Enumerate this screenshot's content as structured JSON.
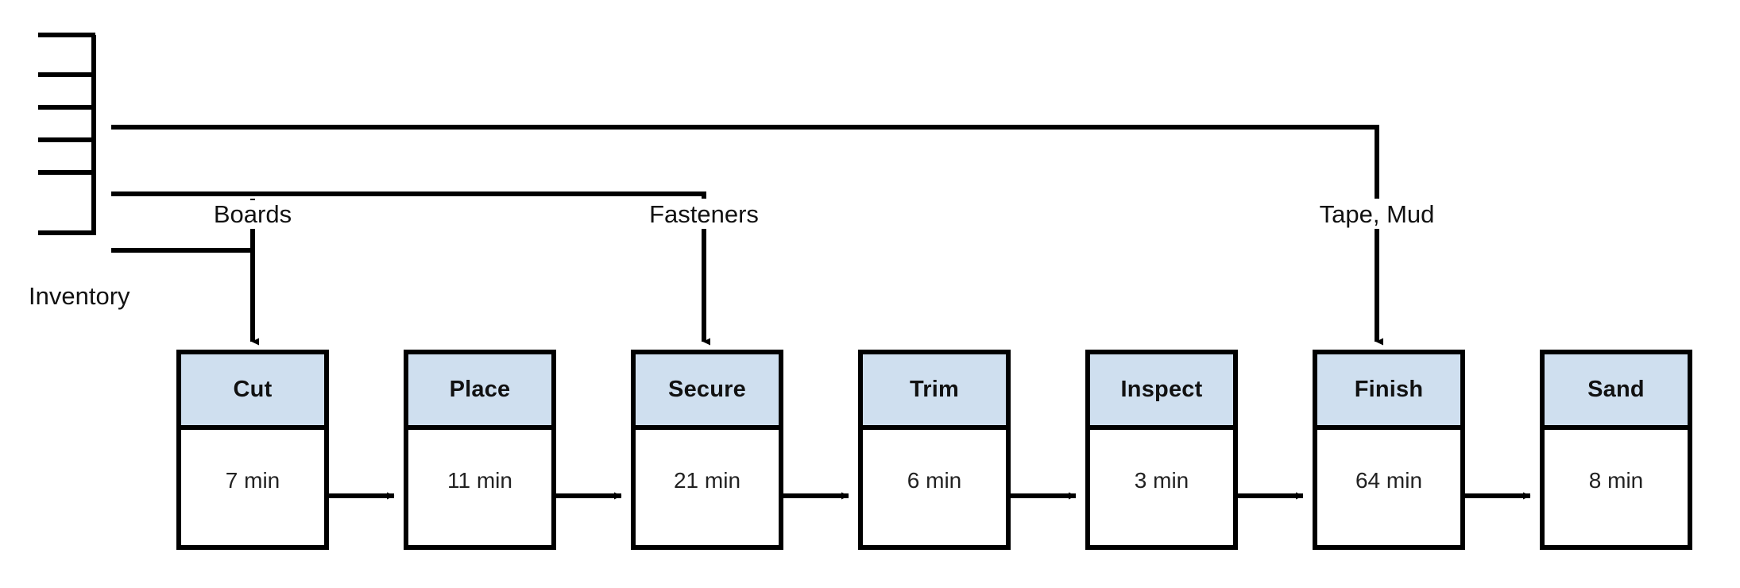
{
  "diagram": {
    "type": "process-flow-diagram",
    "title": "",
    "colors": {
      "header_fill": "#cfdfef",
      "body_fill": "#ffffff",
      "stroke": "#000000",
      "background": "#ffffff",
      "text": "#111111"
    },
    "inventory": {
      "label": "Inventory",
      "shelf_count": 6,
      "icon": "inventory-store-icon"
    },
    "material_flows": [
      {
        "label": "Boards",
        "destination": "Cut"
      },
      {
        "label": "Fasteners",
        "destination": "Secure"
      },
      {
        "label": "Tape, Mud",
        "destination": "Finish"
      }
    ],
    "steps": [
      {
        "name": "Cut",
        "duration": "7 min"
      },
      {
        "name": "Place",
        "duration": "11 min"
      },
      {
        "name": "Secure",
        "duration": "21 min"
      },
      {
        "name": "Trim",
        "duration": "6 min"
      },
      {
        "name": "Inspect",
        "duration": "3 min"
      },
      {
        "name": "Finish",
        "duration": "64 min"
      },
      {
        "name": "Sand",
        "duration": "8 min"
      }
    ]
  }
}
